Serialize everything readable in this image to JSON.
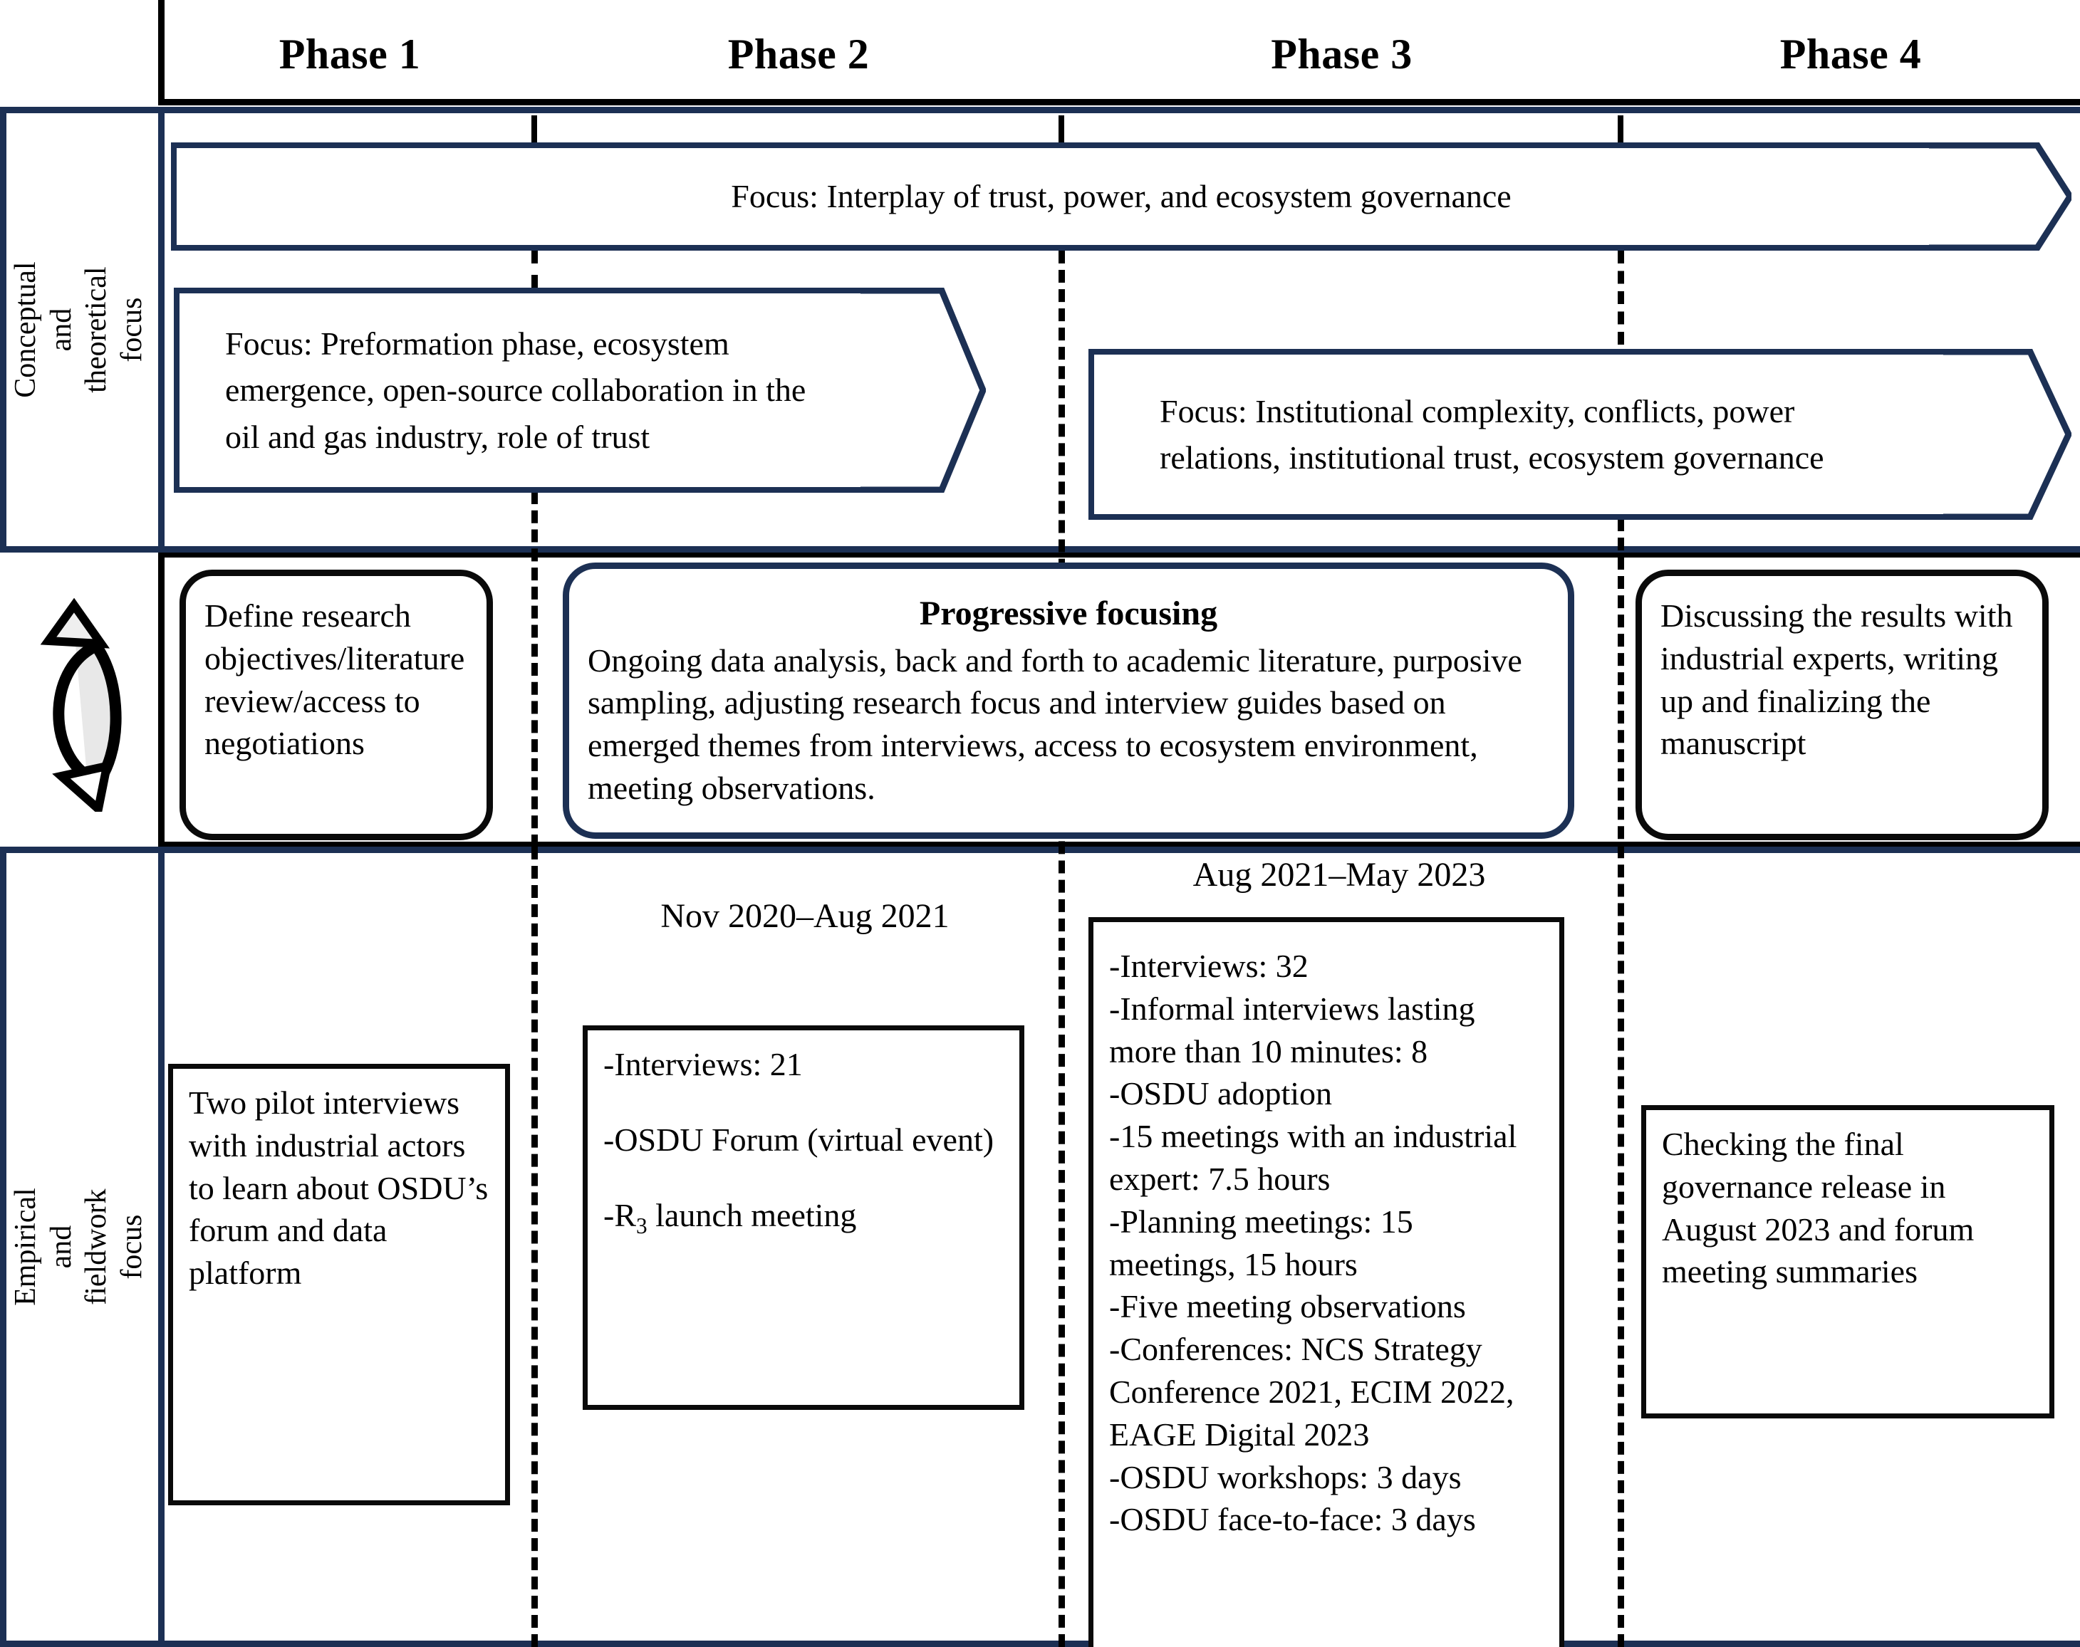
{
  "figure": {
    "title": "Research process phases",
    "accent_navy": "#1c3054",
    "accent_black": "#000000"
  },
  "phases": [
    {
      "label": "Phase 1"
    },
    {
      "label": "Phase 2"
    },
    {
      "label": "Phase 3"
    },
    {
      "label": "Phase 4"
    }
  ],
  "rows": [
    {
      "label": "Conceptual and\ntheoretical focus"
    },
    {
      "label": ""
    },
    {
      "label": "Empirical and\nfieldwork focus"
    }
  ],
  "conceptual": {
    "overall_arrow": "Focus: Interplay of trust, power, and ecosystem governance",
    "early_arrow": "Focus: Preformation phase, ecosystem emergence, open-source collaboration in the oil and gas industry, role of trust",
    "late_arrow": "Focus: Institutional complexity, conflicts, power relations, institutional trust, ecosystem governance"
  },
  "process": {
    "cycle_icon": "cyclical-arrows-icon",
    "phase1_box": "Define research objectives/literature review/access to negotiations",
    "progressive": {
      "title": "Progressive focusing",
      "body": "Ongoing data analysis, back and forth to academic literature, purposive sampling, adjusting research focus and interview guides based on emerged themes from interviews, access to ecosystem environment, meeting observations."
    },
    "phase4_box": "Discussing the results with industrial experts, writing up and finalizing the manuscript"
  },
  "empirical": {
    "phase1": {
      "date_label": "",
      "items": [
        "Two pilot interviews with industrial actors to learn about OSDU’s forum and data platform"
      ]
    },
    "phase2": {
      "date_label": "Nov 2020–Aug 2021",
      "items": [
        "-Interviews: 21",
        "-OSDU Forum (virtual event)",
        "-R3 launch meeting"
      ],
      "item3_prefix": "-R",
      "item3_sub": "3",
      "item3_suffix": " launch meeting"
    },
    "phase3": {
      "date_label": "Aug 2021–May 2023",
      "items": [
        "-Interviews: 32",
        "-Informal interviews lasting more than 10 minutes: 8",
        "-OSDU adoption",
        "-15 meetings with an industrial expert: 7.5 hours",
        "-Planning meetings: 15 meetings, 15 hours",
        "-Five meeting observations",
        "-Conferences: NCS Strategy Conference 2021, ECIM 2022, EAGE Digital 2023",
        "-OSDU workshops: 3 days",
        "-OSDU face-to-face: 3 days"
      ]
    },
    "phase4": {
      "date_label": "",
      "items": [
        "Checking the final governance release in August 2023 and forum meeting summaries"
      ]
    }
  }
}
